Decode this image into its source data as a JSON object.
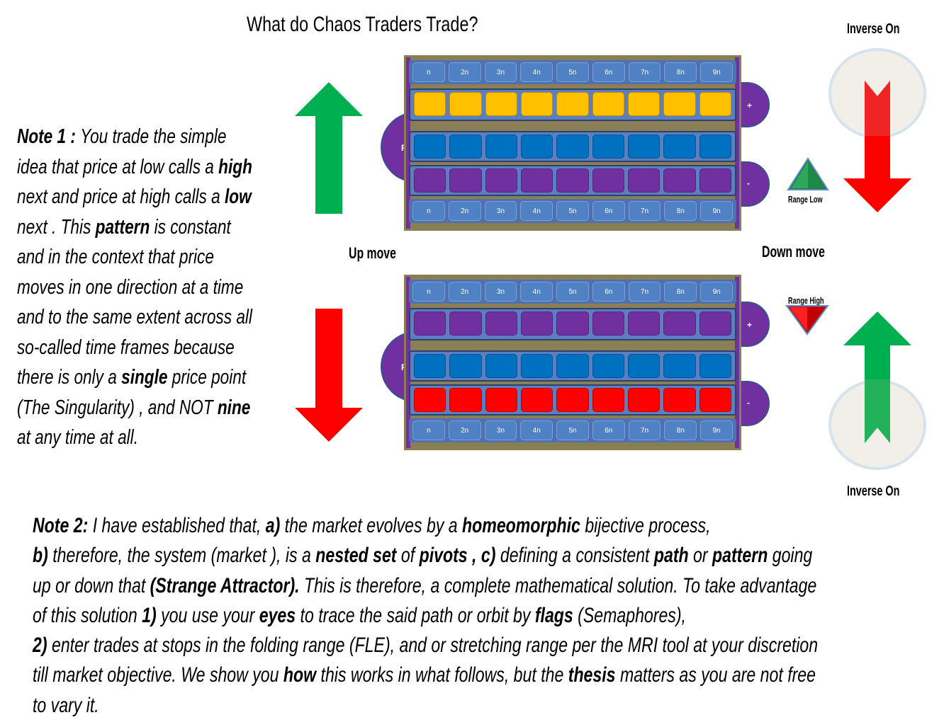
{
  "title": "What do Chaos Traders Trade?",
  "colors": {
    "green_arrow": "#00b050",
    "red_arrow": "#ff0000",
    "panel_border": "#8a7e55",
    "header_row": "#4f71b0",
    "header_cell": "#4f81c4",
    "yellow": "#ffc000",
    "blue": "#0070c0",
    "purple": "#7030a0",
    "red": "#ff0000",
    "circle_fill": "#f2efe8",
    "circle_stroke": "#d6e2ee",
    "inverse_red": "#ee2222",
    "inverse_green": "#27b35a"
  },
  "labels": {
    "up_move": "Up move",
    "down_move": "Down move",
    "inverse_on_top": "Inverse On",
    "inverse_on_bottom": "Inverse On",
    "range_low": "Range Low",
    "range_high": "Range High",
    "lobe_plus": "+",
    "lobe_minus": "-",
    "lobe_r": "R"
  },
  "grid_headers": [
    "n",
    "2n",
    "3n",
    "4n",
    "5n",
    "6n",
    "7n",
    "8n",
    "9n"
  ],
  "panels": [
    {
      "name": "up-move-panel",
      "rows": [
        {
          "type": "header"
        },
        {
          "type": "color",
          "color": "#ffc000",
          "role": "plus"
        },
        {
          "type": "color",
          "color": "#0070c0",
          "role": "range"
        },
        {
          "type": "color",
          "color": "#7030a0",
          "role": "minus"
        },
        {
          "type": "header"
        }
      ]
    },
    {
      "name": "down-move-panel",
      "rows": [
        {
          "type": "header"
        },
        {
          "type": "color",
          "color": "#7030a0",
          "role": "plus"
        },
        {
          "type": "color",
          "color": "#0070c0",
          "role": "range"
        },
        {
          "type": "color",
          "color": "#ff0000",
          "role": "minus"
        },
        {
          "type": "header"
        }
      ]
    }
  ],
  "note1": {
    "lines": [
      [
        {
          "t": "Note 1 : ",
          "b": true
        },
        {
          "t": "You trade  the simple"
        }
      ],
      [
        {
          "t": "idea that price at low calls a "
        },
        {
          "t": "high",
          "b": true
        }
      ],
      [
        {
          "t": "next and price at high calls a "
        },
        {
          "t": "low",
          "b": true
        }
      ],
      [
        {
          "t": "next . This "
        },
        {
          "t": "pattern",
          "b": true
        },
        {
          "t": " is constant"
        }
      ],
      [
        {
          "t": "and in the context that price"
        }
      ],
      [
        {
          "t": "moves in one direction at a time"
        }
      ],
      [
        {
          "t": "and to the same extent across all"
        }
      ],
      [
        {
          "t": "so-called time frames because"
        }
      ],
      [
        {
          "t": "there is only a "
        },
        {
          "t": "single",
          "b": true
        },
        {
          "t": " price point"
        }
      ],
      [
        {
          "t": "(The Singularity) , and NOT "
        },
        {
          "t": "nine",
          "b": true
        }
      ],
      [
        {
          "t": "at any time at all."
        }
      ]
    ]
  },
  "note2": {
    "lines": [
      [
        {
          "t": "Note 2:",
          "b": true
        },
        {
          "t": " I have established that, "
        },
        {
          "t": "a)",
          "b": true
        },
        {
          "t": " the market evolves by a "
        },
        {
          "t": "homeomorphic",
          "b": true
        },
        {
          "t": " bijective process,"
        }
      ],
      [
        {
          "t": "b)",
          "b": true
        },
        {
          "t": " therefore,  the system  (market ), is a "
        },
        {
          "t": "nested set",
          "b": true
        },
        {
          "t": " of "
        },
        {
          "t": "pivots , c)",
          "b": true
        },
        {
          "t": " defining a consistent "
        },
        {
          "t": "path",
          "b": true
        },
        {
          "t": " or "
        },
        {
          "t": "pattern",
          "b": true
        },
        {
          "t": " going"
        }
      ],
      [
        {
          "t": "up or down that "
        },
        {
          "t": "(Strange Attractor).",
          "b": true
        },
        {
          "t": " This is therefore,  a complete  mathematical solution.  To take advantage"
        }
      ],
      [
        {
          "t": "of this solution  "
        },
        {
          "t": "1)",
          "b": true
        },
        {
          "t": " you use your "
        },
        {
          "t": "eyes",
          "b": true
        },
        {
          "t": " to trace  the said path or orbit by "
        },
        {
          "t": "flags",
          "b": true
        },
        {
          "t": " (Semaphores),"
        }
      ],
      [
        {
          "t": "2)",
          "b": true
        },
        {
          "t": " enter trades  at stops in the folding range (FLE), and or stretching range per the MRI tool at your discretion"
        }
      ],
      [
        {
          "t": "till market objective.  We show you "
        },
        {
          "t": "how",
          "b": true
        },
        {
          "t": " this works in what follows, but the "
        },
        {
          "t": "thesis",
          "b": true
        },
        {
          "t": " matters as you are not free"
        }
      ],
      [
        {
          "t": "to vary it."
        }
      ]
    ]
  }
}
